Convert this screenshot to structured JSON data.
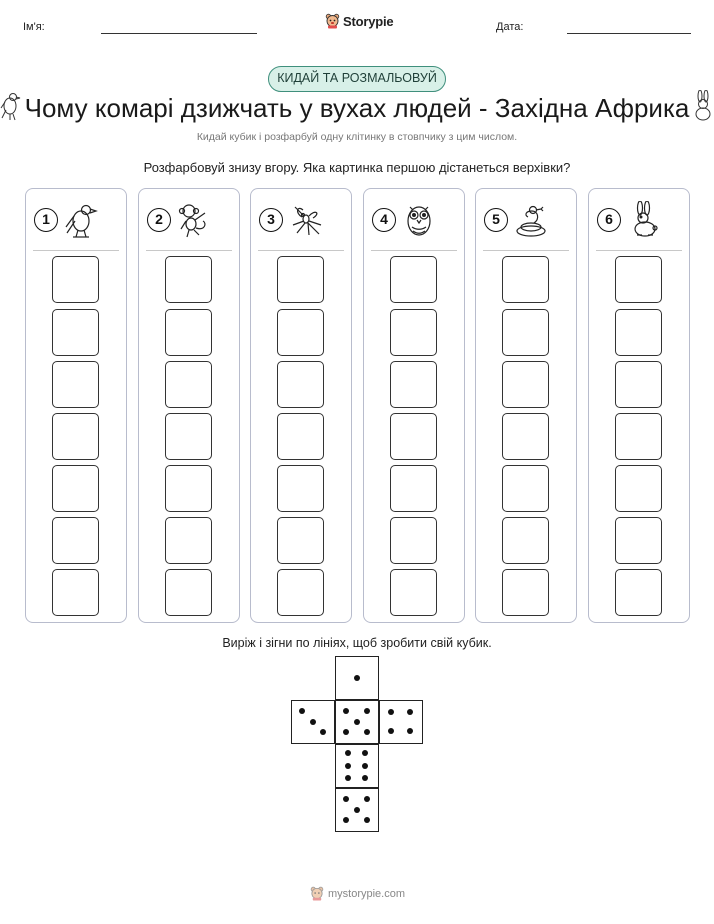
{
  "header": {
    "name_label": "Ім'я:",
    "date_label": "Дата:",
    "logo_text": "Storypie"
  },
  "badge": "КИДАЙ ТА РОЗМАЛЬОВУЙ",
  "title": "Чому комарі дзижчать у вухах людей - Західна Африка",
  "subtitle": "Кидай кубик і розфарбуй одну клітинку в стовпчику з цим числом.",
  "instruction": "Розфарбовуй знизу вгору. Яка картинка першою дістанеться верхівки?",
  "columns": [
    {
      "number": "1",
      "icon": "crow-icon"
    },
    {
      "number": "2",
      "icon": "monkey-icon"
    },
    {
      "number": "3",
      "icon": "mosquito-icon"
    },
    {
      "number": "4",
      "icon": "owl-icon"
    },
    {
      "number": "5",
      "icon": "snake-icon"
    },
    {
      "number": "6",
      "icon": "rabbit-icon"
    }
  ],
  "cells_per_column": 7,
  "cut_instruction": "Виріж і зігни по лініях, щоб зробити свій кубик.",
  "dice_faces": [
    1,
    3,
    5,
    4,
    6,
    5
  ],
  "footer": "mystorypie.com",
  "colors": {
    "badge_border": "#3f8f7c",
    "badge_fill": "#d8f0e8",
    "column_border": "#b8bccd"
  }
}
